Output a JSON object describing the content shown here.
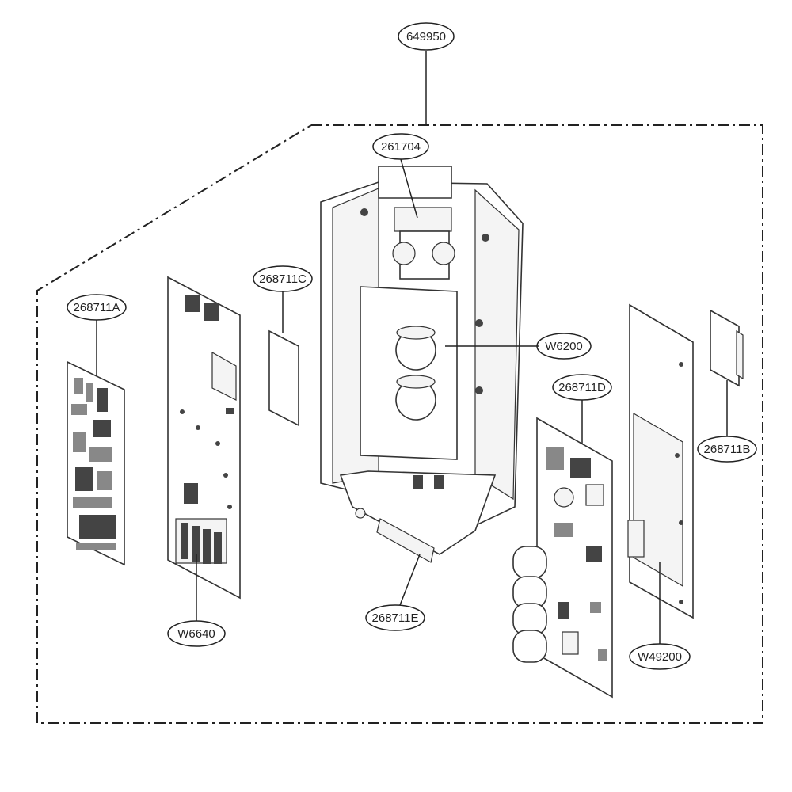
{
  "callouts": [
    {
      "id": "top",
      "text": "649950"
    },
    {
      "id": "transformer",
      "text": "261704"
    },
    {
      "id": "board-c",
      "text": "268711C"
    },
    {
      "id": "board-a",
      "text": "268711A"
    },
    {
      "id": "harness-w6200",
      "text": "W6200"
    },
    {
      "id": "board-d",
      "text": "268711D"
    },
    {
      "id": "board-b",
      "text": "268711B"
    },
    {
      "id": "harness-w6640",
      "text": "W6640"
    },
    {
      "id": "board-e",
      "text": "268711E"
    },
    {
      "id": "harness-w49200",
      "text": "W49200"
    }
  ],
  "colors": {
    "line": "#222222",
    "background": "#ffffff"
  }
}
